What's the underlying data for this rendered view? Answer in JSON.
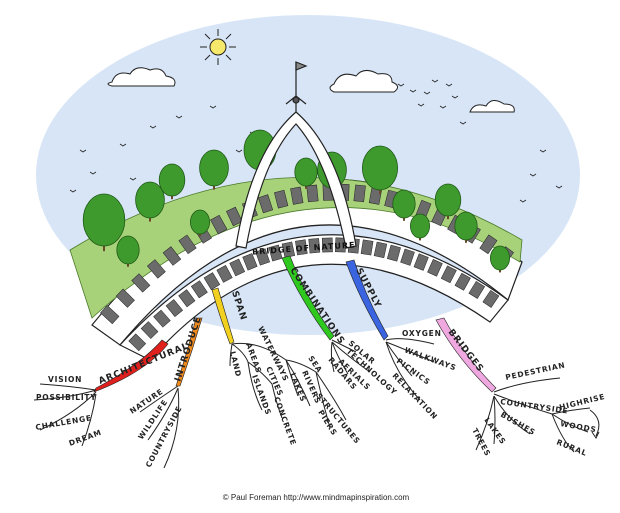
{
  "title": "BRIDGE OF NATURE",
  "credit": "© Paul Foreman http://www.mindmapinspiration.com",
  "branches": [
    {
      "id": "architectural",
      "label": "ARCHITECTURAL",
      "color": "#e0201c",
      "children": [
        "VISION",
        "POSSIBILITY",
        "CHALLENGE",
        "DREAM"
      ]
    },
    {
      "id": "introduce",
      "label": "INTRODUCE",
      "color": "#f08a1c",
      "children": [
        "NATURE",
        "WILDLIFE",
        "COUNTRYSIDE"
      ]
    },
    {
      "id": "span",
      "label": "SPAN",
      "color": "#f2d020",
      "children": [
        "LAND",
        "AREAS",
        "ISLANDS",
        "CITIES",
        "CONCRETE",
        "WATERWAYS",
        "LAKES",
        "RIVERS",
        "SEA",
        "STRUCTURES",
        "PIERS"
      ]
    },
    {
      "id": "combinations",
      "label": "COMBINATIONS",
      "color": "#2ec81e",
      "children": [
        "SOLAR",
        "TECHNOLOGY",
        "AERIALS",
        "RADARS"
      ]
    },
    {
      "id": "supply",
      "label": "SUPPLY",
      "color": "#3a64e0",
      "children": [
        "OXYGEN",
        "WALKWAYS",
        "PICNICS",
        "RELAXATION"
      ]
    },
    {
      "id": "bridges",
      "label": "BRIDGES",
      "color": "#f0a8e0",
      "children": [
        "PEDESTRIAN",
        "COUNTRYSIDE",
        "BUSHES",
        "LAKES",
        "TREES",
        "HIGHRISE",
        "WOODS",
        "RURAL"
      ]
    }
  ],
  "colors": {
    "sky": "#d7e5f7",
    "grass": "#a8d27a",
    "tree": "#3f9a2e",
    "bridge": "#ffffff",
    "panel": "#6b6b6b"
  }
}
